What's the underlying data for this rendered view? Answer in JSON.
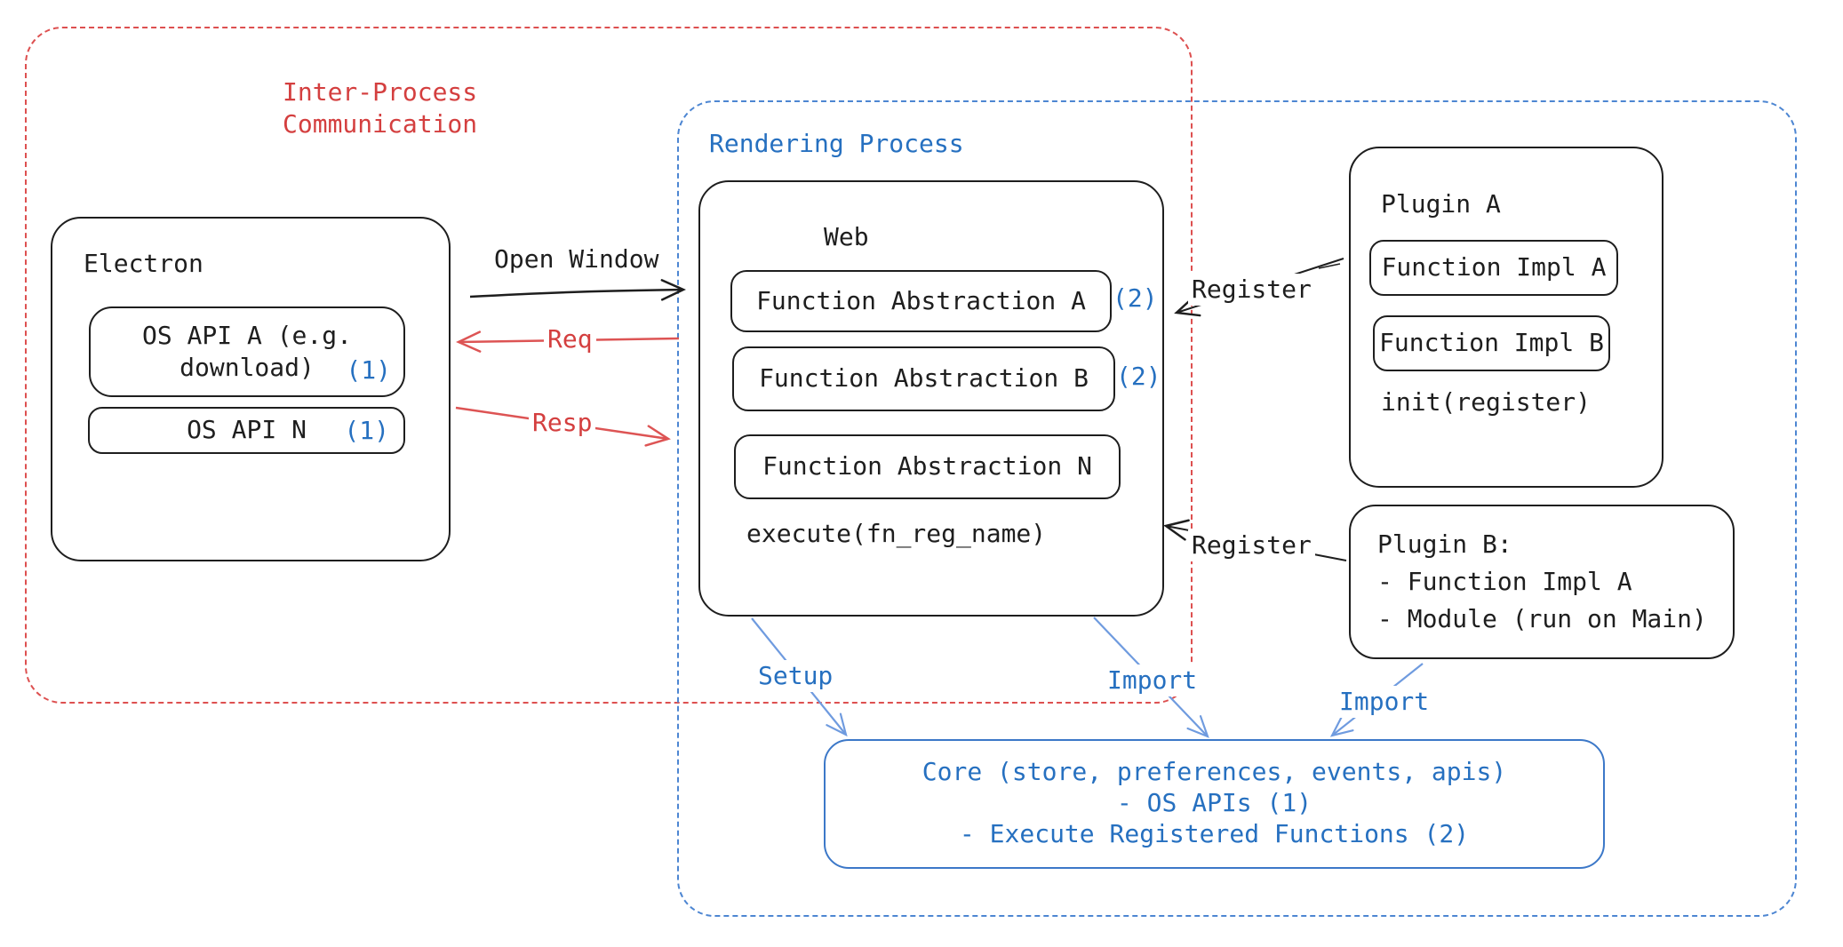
{
  "colors": {
    "ink": "#1e1e1e",
    "red": "#d43f3f",
    "blue_text": "#2670c0",
    "blue_dash": "#4d86d2",
    "blue_arrow": "#6f9bdf",
    "core_stroke": "#3c78c8"
  },
  "ipc_region": {
    "title_line1": "Inter-Process",
    "title_line2": "Communication"
  },
  "rendering_region": {
    "title": "Rendering Process"
  },
  "electron": {
    "title": "Electron",
    "api_a_line1": "OS API A (e.g.",
    "api_a_line2": "download)",
    "api_a_badge": "(1)",
    "api_n": "OS API N",
    "api_n_badge": "(1)"
  },
  "web": {
    "title": "Web",
    "fn_a": "Function Abstraction A",
    "fn_a_badge": "(2)",
    "fn_b": "Function Abstraction B",
    "fn_b_badge": "(2)",
    "fn_n": "Function Abstraction N",
    "execute_label": "execute(fn_reg_name)"
  },
  "plugin_a": {
    "title": "Plugin A",
    "impl_a": "Function Impl A",
    "impl_b": "Function Impl B",
    "init_label": "init(register)"
  },
  "plugin_b": {
    "title": "Plugin B:",
    "item_1": "- Function Impl A",
    "item_2": "- Module (run on Main)"
  },
  "core": {
    "line1": "Core (store, preferences, events, apis)",
    "line2": "- OS APIs (1)",
    "line3": "- Execute Registered Functions (2)"
  },
  "connectors": {
    "open_window": "Open Window",
    "req": "Req",
    "resp": "Resp",
    "register_plugin_a": "Register",
    "register_plugin_b": "Register",
    "setup": "Setup",
    "import_web": "Import",
    "import_plugin_b": "Import"
  }
}
